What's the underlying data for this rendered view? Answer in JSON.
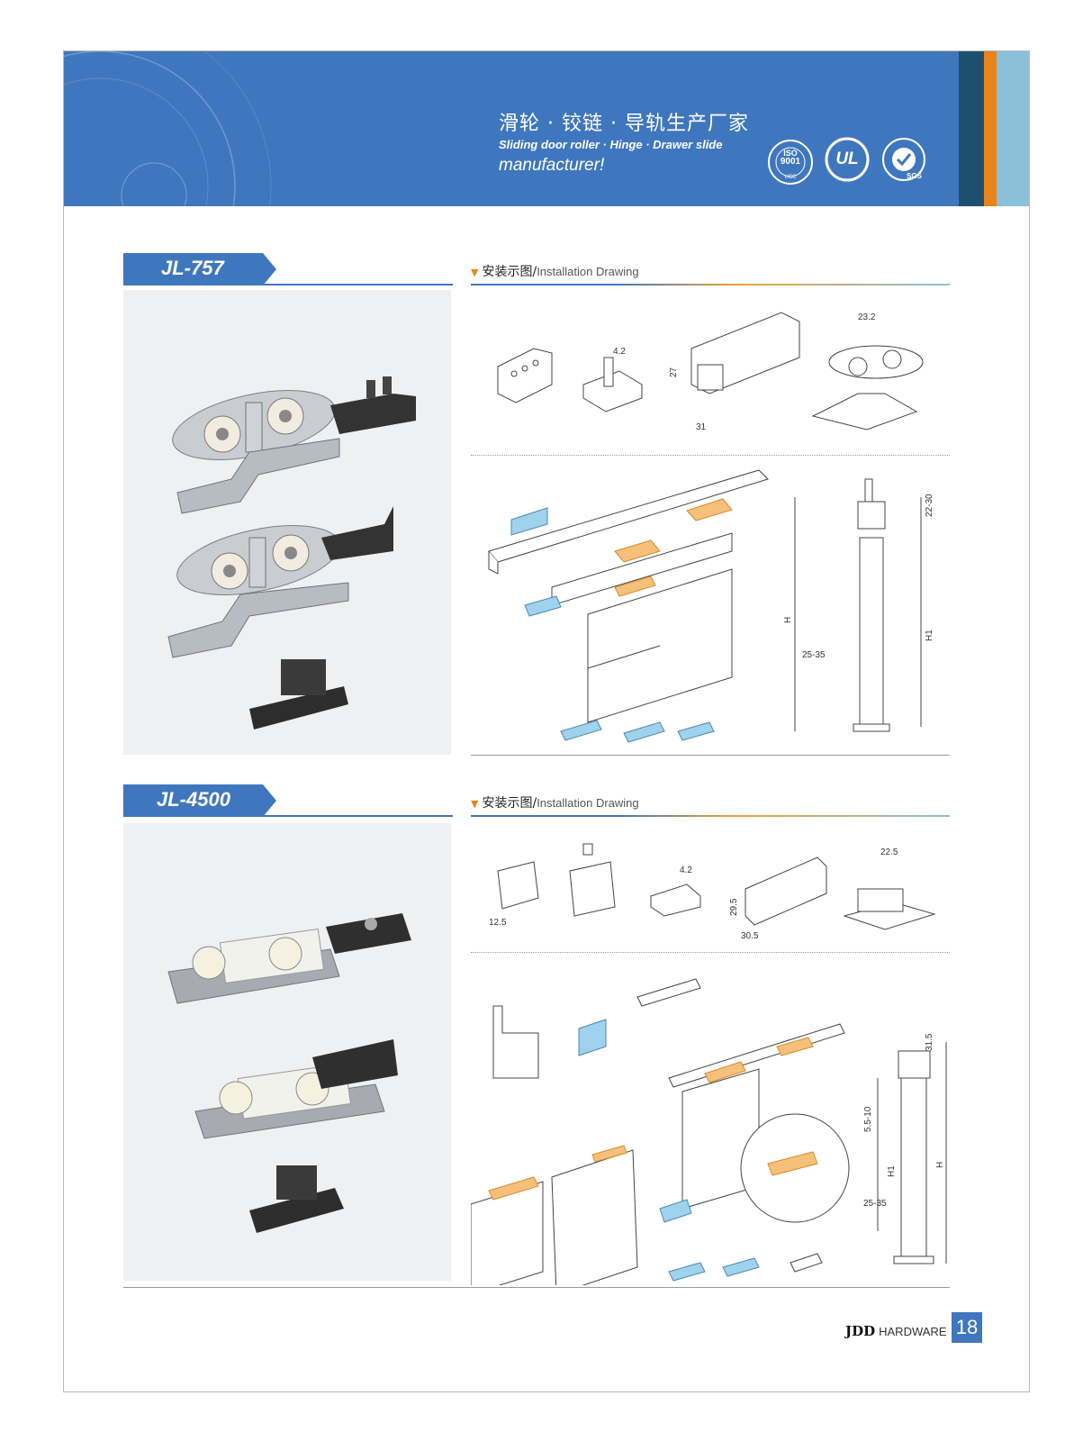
{
  "header": {
    "title_cn": "滑轮 · 铰链 · 导轨生产厂家",
    "title_en_line1": "Sliding door roller · Hinge · Drawer slide",
    "title_en_line2": "manufacturer!",
    "cert_iso_top": "ISO",
    "cert_iso_num": "9001",
    "cert_iso_bottom": "UCC",
    "cert_ul": "UL",
    "cert_sgs": "SGS",
    "colors": {
      "header_blue": "#3f77bf",
      "dark_stripe": "#1f4f6f",
      "orange_stripe": "#e8841a",
      "light_stripe": "#8cc0d8"
    }
  },
  "products": [
    {
      "model": "JL-757",
      "section_title_cn": "安装示图/",
      "section_title_en": "Installation Drawing",
      "dims_top": [
        "4.2",
        "27",
        "31",
        "23.2"
      ],
      "dims_side": [
        "22-30",
        "H",
        "H1",
        "25-35"
      ]
    },
    {
      "model": "JL-4500",
      "section_title_cn": "安装示图/",
      "section_title_en": "Installation Drawing",
      "dims_top": [
        "12.5",
        "4.2",
        "29.5",
        "30.5",
        "22.5"
      ],
      "dims_side": [
        "31.5",
        "5.5-10",
        "H1",
        "H",
        "25-35"
      ]
    }
  ],
  "footer": {
    "brand_logo": "JDD",
    "brand_text": "HARDWARE",
    "page_number": "18"
  }
}
